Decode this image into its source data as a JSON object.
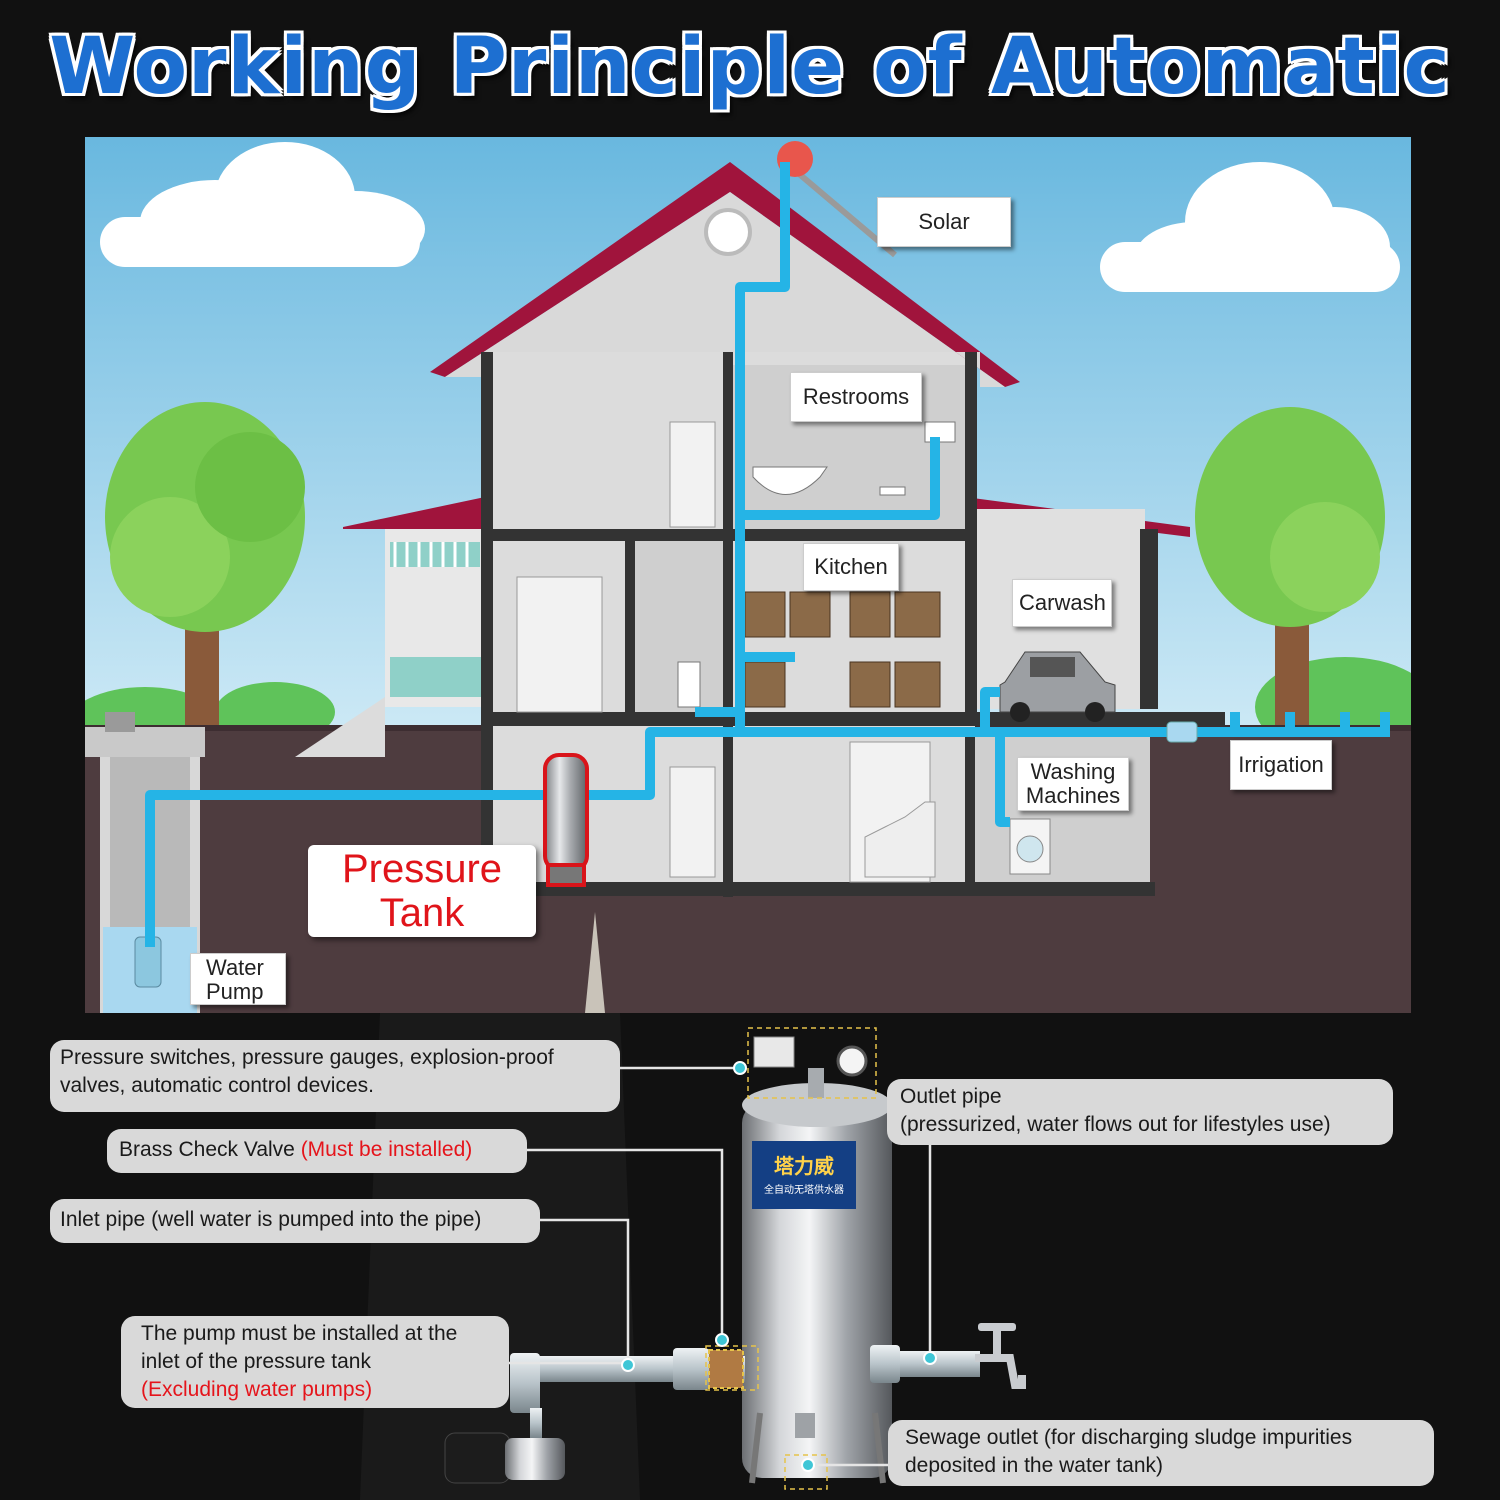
{
  "title": "Working Principle of Automatic",
  "labels": {
    "solar": "Solar",
    "restrooms": "Restrooms",
    "kitchen": "Kitchen",
    "carwash": "Carwash",
    "washing_line1": "Washing",
    "washing_line2": "Machines",
    "irrigation": "Irrigation",
    "pressure_line1": "Pressure",
    "pressure_line2": "Tank",
    "pump_line1": "Water",
    "pump_line2": "Pump"
  },
  "tank_badge": {
    "brand": "塔力威",
    "sub": "全自动无塔供水器"
  },
  "notes": {
    "switches_line1": "Pressure switches, pressure gauges, explosion-proof",
    "switches_line2": "valves, automatic control devices.",
    "check_valve": "Brass Check Valve ",
    "check_valve_red": "(Must be installed)",
    "inlet": "Inlet pipe (well water is pumped into the pipe)",
    "pump_line1": "The pump must be installed at the",
    "pump_line2": "inlet of the pressure tank",
    "pump_red": "(Excluding water pumps)",
    "outlet_line1": "Outlet pipe",
    "outlet_line2": "(pressurized, water flows out for lifestyles use)",
    "sewage_line1": "Sewage outlet (for discharging sludge impurities",
    "sewage_line2": "deposited in the water tank)"
  },
  "colors": {
    "title_blue": "#1d6fd1",
    "pipe_blue": "#25b4e6",
    "roof": "#a0143c",
    "ground": "#4e3c3f",
    "sky": "#7cc3e5",
    "warning_red": "#e5141b"
  }
}
